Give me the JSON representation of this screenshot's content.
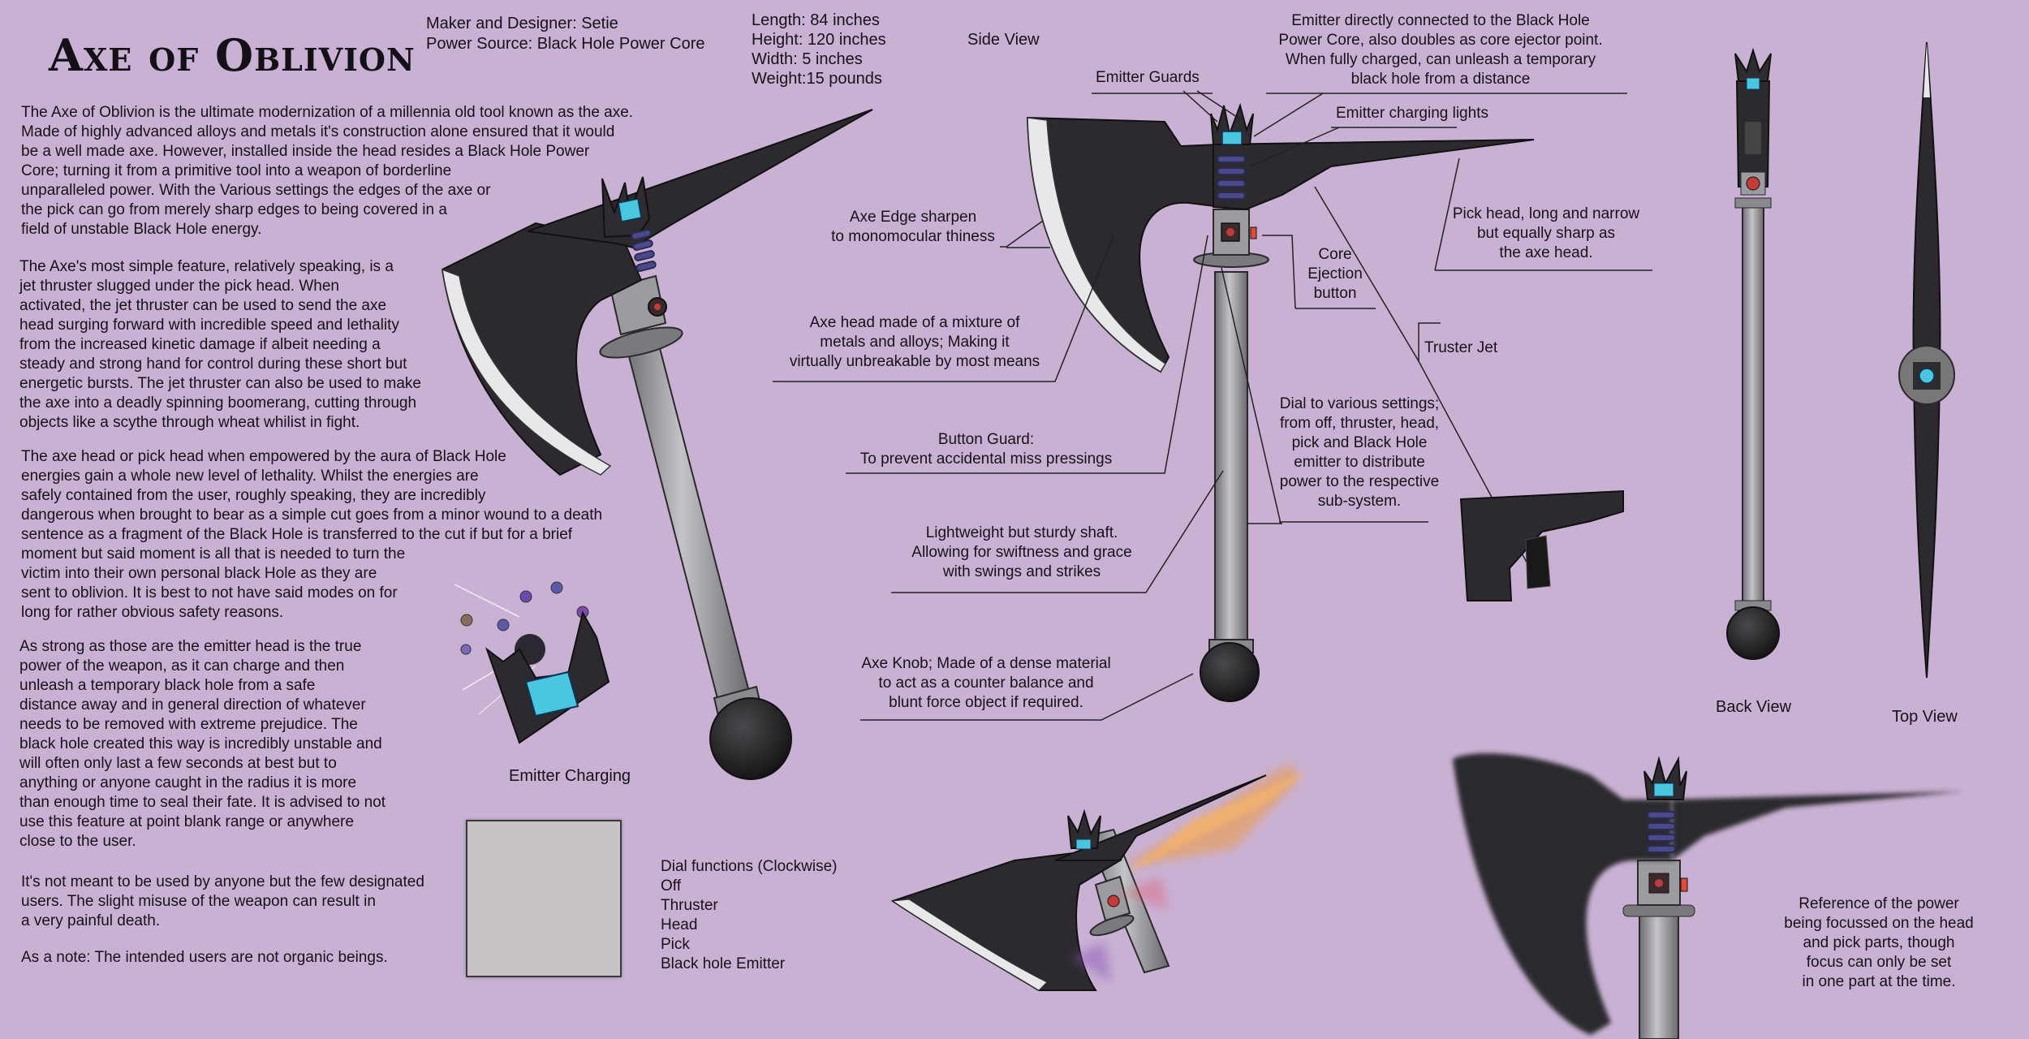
{
  "title": "Axe of Oblivion",
  "meta": {
    "maker": "Maker and Designer: Setie",
    "power": "Power Source: Black Hole Power Core"
  },
  "dimensions": {
    "length": "Length: 84 inches",
    "height": "Height: 120 inches",
    "width": "Width: 5 inches",
    "weight": "Weight:15 pounds"
  },
  "paragraphs": {
    "p1": "The Axe of Oblivion is the ultimate modernization of a millennia old tool known as the axe.\nMade of highly advanced alloys and metals it's construction alone ensured that it would\nbe a well made axe. However, installed inside the head resides a  Black Hole Power\nCore; turning it from a primitive tool into a weapon  of borderline\nunparalleled power. With the Various settings the edges of the axe or\nthe pick can go from merely sharp edges to being covered in a\nfield of unstable Black Hole energy.",
    "p2": "The Axe's most simple feature, relatively speaking, is a\njet thruster slugged under the pick head. When\nactivated, the jet thruster can be used to send the axe\nhead surging forward with incredible speed and lethality\nfrom the increased kinetic damage if albeit needing a\nsteady and strong hand for control during these short but\nenergetic bursts. The jet thruster can also be used to make\nthe axe into a deadly spinning boomerang, cutting through\nobjects like a scythe through wheat whilist in fight.",
    "p3": "The axe head or pick head when empowered by the aura of Black Hole\nenergies gain a whole new level of lethality. Whilst the energies are\nsafely contained from the user, roughly speaking, they are incredibly\ndangerous when brought to bear as a simple cut goes from a minor wound to a death\nsentence as a fragment of the Black Hole is transferred to the cut if but for a brief\nmoment but said moment is all that is needed to turn the\nvictim into their own personal black Hole as they are\nsent to oblivion. It is best to not have said modes on for\nlong for rather obvious safety reasons.",
    "p4": "As strong as those are the emitter head is the true\n power of the weapon, as it can charge and then\nunleash a temporary black hole from a safe\ndistance away and in general direction of whatever\nneeds to be removed with extreme prejudice. The\nblack hole created this way is incredibly unstable and\nwill often only last a few seconds at best but to\nanything or anyone caught in the radius it is more\nthan enough time to seal their fate. It is advised to not\nuse this feature at point blank range or anywhere\nclose to the user.",
    "p5": "It's not meant to be used by anyone but the few designated\nusers. The slight misuse of the weapon can result in\na very painful death.",
    "p6": "As a note: The intended users are not organic beings."
  },
  "captions": {
    "side_view": "Side View",
    "back_view": "Back View",
    "top_view": "Top View",
    "emitter_charging": "Emitter Charging"
  },
  "labels": {
    "emitter_guards": "Emitter Guards",
    "emitter_core": "Emitter directly connected to the Black Hole\nPower Core, also doubles as core ejector point.\nWhen fully charged, can unleash a temporary\nblack hole from a distance",
    "emitter_lights": "Emitter charging lights",
    "edge": "Axe Edge sharpen\nto monomocular thiness",
    "pick_head": "Pick head, long and narrow\nbut equally sharp as\nthe axe head.",
    "core_eject": "Core\nEjection\nbutton",
    "axe_head": "Axe head made of a mixture of\nmetals and alloys; Making it\nvirtually unbreakable by most means",
    "truster_jet": "Truster Jet",
    "dial": "Dial to various settings;\nfrom off, thruster, head,\npick and Black Hole\nemitter to distribute\npower to the respective\nsub-system.",
    "button_guard": "Button Guard:\nTo prevent accidental miss pressings",
    "shaft": "Lightweight but sturdy shaft.\nAllowing for swiftness and grace\nwith swings and strikes",
    "knob": "Axe Knob; Made of a dense material\nto act as a counter balance and\nblunt force object if required.",
    "reference": "Reference of the power\nbeing focussed on the head\nand pick parts, though\nfocus can only be set\nin one part at the time."
  },
  "dial_functions": {
    "title": "Dial functions (Clockwise)",
    "items": [
      "Off",
      "Thruster",
      "Head",
      "Pick",
      "Black hole Emitter"
    ]
  },
  "colors": {
    "background": "#c9b1d3",
    "blade_dark": "#2c2a2e",
    "blade_edge": "#e6e6e6",
    "shaft": "#9a9a9e",
    "emitter": "#49c6e0",
    "coil": "#4a4a8a",
    "dial_ring": "#6b241c",
    "dial_cyan": "#35c7e8",
    "dial_red": "#e0322e",
    "dial_orange": "#ef7a1a",
    "dial_purple": "#9a3ad0",
    "jet_flame": "#f0a04a"
  }
}
